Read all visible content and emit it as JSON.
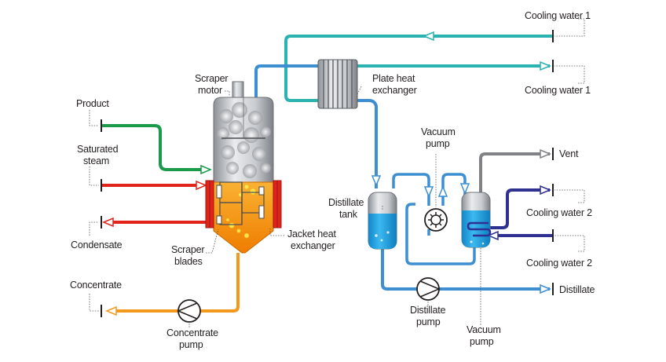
{
  "labels": {
    "product": "Product",
    "saturated_steam": [
      "Saturated",
      "steam"
    ],
    "condensate": "Condensate",
    "concentrate": "Concentrate",
    "scraper_motor": [
      "Scraper",
      "motor"
    ],
    "scraper_blades": [
      "Scraper",
      "blades"
    ],
    "jacket_heat_exchanger": [
      "Jacket heat",
      "exchanger"
    ],
    "concentrate_pump": [
      "Concentrate",
      "pump"
    ],
    "plate_heat_exchanger": [
      "Plate heat",
      "exchanger"
    ],
    "cooling_water_1_in": "Cooling water 1",
    "cooling_water_1_out": "Cooling water 1",
    "vacuum_pump_top": [
      "Vacuum",
      "pump"
    ],
    "distillate_tank": [
      "Distillate",
      "tank"
    ],
    "vent": "Vent",
    "cooling_water_2_out": "Cooling water 2",
    "cooling_water_2_in": "Cooling water 2",
    "distillate": "Distillate",
    "distillate_pump": [
      "Distillate",
      "pump"
    ],
    "vacuum_pump_bottom": [
      "Vacuum",
      "pump"
    ]
  },
  "colors": {
    "product_line": "#1b9a4b",
    "steam_line": "#e2231a",
    "condensate_line": "#e2231a",
    "concentrate_line": "#f39a1e",
    "vapour_line": "#3d8fd1",
    "cooling_water_1_line": "#2bb3b1",
    "cooling_water_2_line": "#2e3192",
    "vent_line": "#808285",
    "liquid_blue": "#1aa3e0",
    "product_orange": "#f7a51c"
  }
}
